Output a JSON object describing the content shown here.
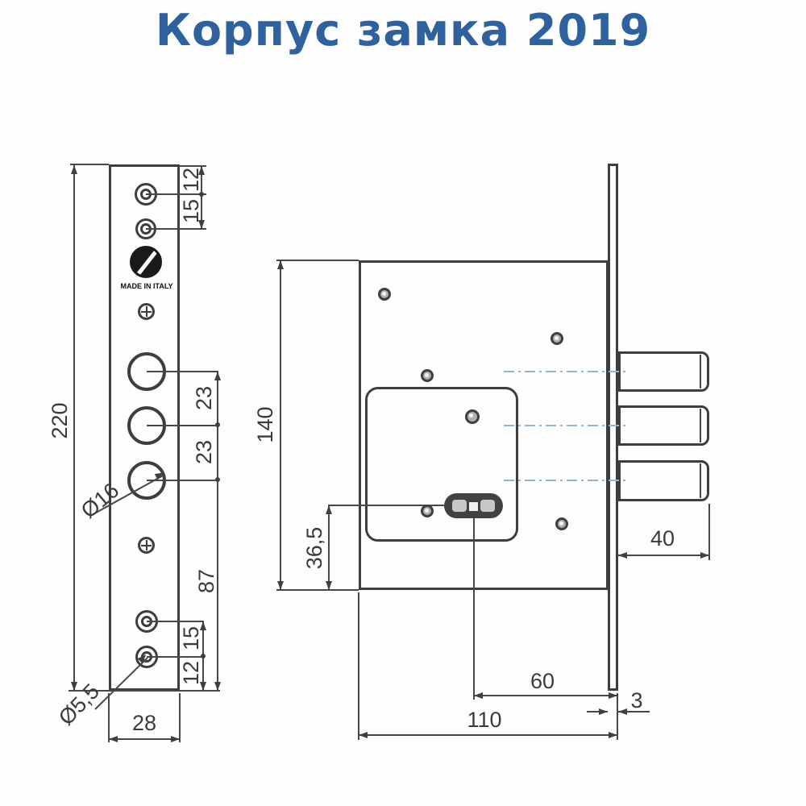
{
  "title": "Корпус замка 2019",
  "colors": {
    "title_blue": "#2e619e",
    "line_gray": "#474747",
    "centerline_blue": "#8fb6d6"
  },
  "front_view": {
    "made_in": "MADE IN ITALY",
    "dim_height": "220",
    "dim_width": "28",
    "dim_top_offset": "12",
    "dim_top_pitch": "15",
    "dim_pitch_a": "23",
    "dim_pitch_b": "23",
    "dim_lower_span": "87",
    "dim_bottom_pitch": "15",
    "dim_bottom_offset": "12",
    "label_bore_dia": "Ø16",
    "label_screw_dia": "Ø5,5"
  },
  "side_view": {
    "dim_body_height": "140",
    "dim_keyhole_offset": "36,5",
    "dim_bolt_throw": "40",
    "dim_keyhole_backset": "60",
    "dim_body_depth": "110",
    "dim_faceplate_thickness": "3"
  }
}
